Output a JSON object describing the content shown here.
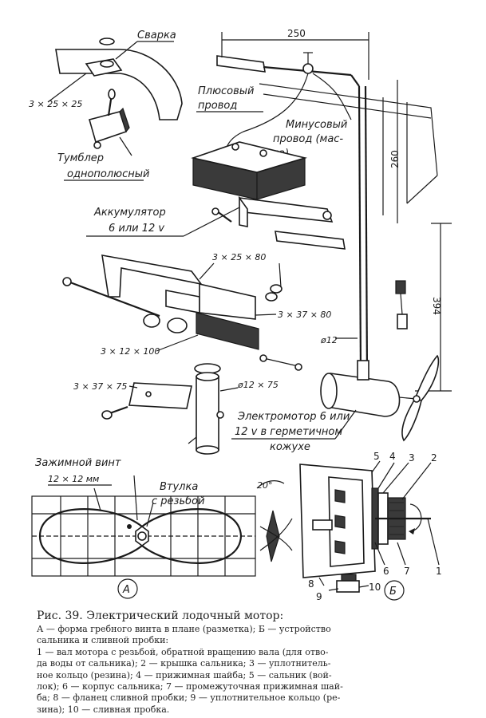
{
  "labels": {
    "svarka": "Сварка",
    "dim_3x25x25": "3 × 25 × 25",
    "tumbler": "Тумблер однополюсный",
    "tumbler_l1": "Тумблер",
    "tumbler_l2": "однополюсный",
    "plus_l1": "Плюсовый",
    "plus_l2": "провод",
    "minus_l1": "Минусовый",
    "minus_l2": "провод (мас-",
    "minus_l3": "са)",
    "akk_l1": "Аккумулятор",
    "akk_l2": "6 или 12 v",
    "dim_250": "250",
    "dim_260": "260",
    "dim_394": "394",
    "dim_3x25x80": "3 × 25 × 80",
    "dim_3x37x80": "3 × 37 × 80",
    "dim_3x12x100": "3 × 12 × 100",
    "dim_3x37x75": "3 × 37 × 75",
    "dim_d12x75": "ø12 × 75",
    "dim_d12": "ø12",
    "motor_l1": "Электромотор 6 или",
    "motor_l2": "12 v в герметичном",
    "motor_l3": "кожухе",
    "zazh": "Зажимной винт",
    "vtulka_l1": "Втулка",
    "vtulka_l2": "с резьбой",
    "dim_12x12": "12 × 12 мм",
    "angle_20": "20°",
    "fig_a": "А",
    "fig_b": "Б",
    "n1": "1",
    "n2": "2",
    "n3": "3",
    "n4": "4",
    "n5": "5",
    "n6": "6",
    "n7": "7",
    "n8": "8",
    "n9": "9",
    "n10": "10"
  },
  "caption": {
    "title": "Рис. 39. Электрический лодочный мотор:",
    "line1": "А — форма гребного винта в плане (разметка); Б — устройство",
    "line2": "сальника и сливной пробки:",
    "line3": "1 — вал мотора с резьбой, обратной вращению вала (для отво-",
    "line4": "да воды от сальника); 2 — крышка сальника; 3 — уплотнитель-",
    "line5": "ное кольцо (резина); 4 — прижимная шайба; 5 — сальник (вой-",
    "line6": "лок); 6 — корпус сальника; 7 — промежуточная прижимная шай-",
    "line7": "ба; 8 — фланец сливной пробки; 9 — уплотнительное кольцо (ре-",
    "line8": "зина); 10 — сливная пробка."
  },
  "colors": {
    "ink": "#1a1a1a",
    "paper": "#ffffff",
    "caption": "#222222"
  }
}
